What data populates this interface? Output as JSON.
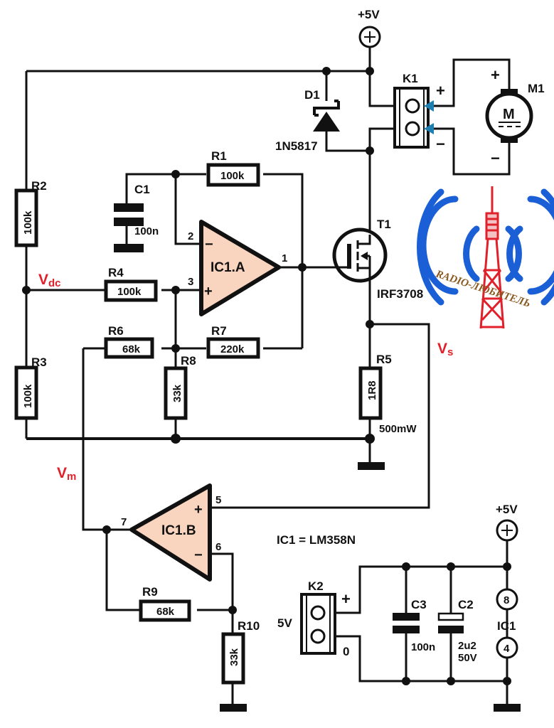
{
  "title": "DC motor current-sensing driver circuit (LM358N + IRF3708)",
  "colors": {
    "wire": "#111111",
    "opamp_fill": "#f9d4bf",
    "signal_label": "#e0202a",
    "connector_arrow": "#1f7fb0",
    "logo_waves": "#1a5fd6",
    "logo_tower": "#e0202a"
  },
  "supply": {
    "top_label": "+5V",
    "bottom_label": "+5V",
    "plus_symbol": "+"
  },
  "components": {
    "R1": {
      "ref": "R1",
      "value": "100k"
    },
    "R2": {
      "ref": "R2",
      "value": "100k"
    },
    "R3": {
      "ref": "R3",
      "value": "100k"
    },
    "R4": {
      "ref": "R4",
      "value": "100k"
    },
    "R5": {
      "ref": "R5",
      "value": "1R8",
      "power": "500mW"
    },
    "R6": {
      "ref": "R6",
      "value": "68k"
    },
    "R7": {
      "ref": "R7",
      "value": "220k"
    },
    "R8": {
      "ref": "R8",
      "value": "33k"
    },
    "R9": {
      "ref": "R9",
      "value": "68k"
    },
    "R10": {
      "ref": "R10",
      "value": "33k"
    },
    "C1": {
      "ref": "C1",
      "value": "100n"
    },
    "C2": {
      "ref": "C2",
      "value": "2u2",
      "voltage": "50V"
    },
    "C3": {
      "ref": "C3",
      "value": "100n"
    },
    "D1": {
      "ref": "D1",
      "part": "1N5817"
    },
    "T1": {
      "ref": "T1",
      "part": "IRF3708"
    },
    "K1": {
      "ref": "K1",
      "plus": "+",
      "minus": "−"
    },
    "K2": {
      "ref": "K2",
      "supply": "5V",
      "plus": "+",
      "zero": "0"
    },
    "M1": {
      "ref": "M1",
      "symbol": "M",
      "plus": "+",
      "minus": "−"
    },
    "IC1A": {
      "name": "IC1.A",
      "pin_inv": "2",
      "pin_noninv": "3",
      "pin_out": "1",
      "minus": "−",
      "plus": "+"
    },
    "IC1B": {
      "name": "IC1.B",
      "pin_noninv": "5",
      "pin_inv": "6",
      "pin_out": "7",
      "minus": "−",
      "plus": "+"
    },
    "IC1_power": {
      "ref": "IC1",
      "pin_vcc": "8",
      "pin_gnd": "4"
    }
  },
  "signals": {
    "vdc": {
      "main": "V",
      "sub": "dc"
    },
    "vs": {
      "main": "V",
      "sub": "s"
    },
    "vm": {
      "main": "V",
      "sub": "m"
    }
  },
  "note": "IC1 = LM358N",
  "logo": {
    "text": "RADIO-ЛЮБИТЕЛЬ"
  }
}
